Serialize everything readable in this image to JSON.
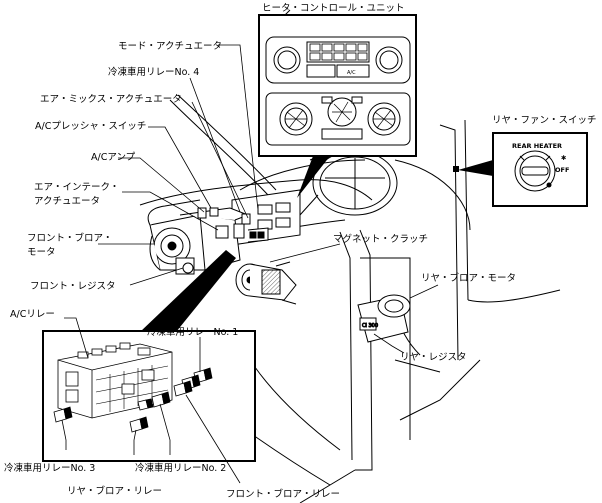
{
  "labels": {
    "heater_control_unit": "ヒータ・コントロール・ユニット",
    "mode_actuator": "モード・アクチュエータ",
    "freezer_relay_4": "冷凍車用リレーNo. 4",
    "air_mix_actuator": "エア・ミックス・アクチュエータ",
    "ac_pressure_switch": "A/Cプレッシャ・スイッチ",
    "ac_amp": "A/Cアンプ",
    "air_intake_actuator_1": "エア・インテーク・",
    "air_intake_actuator_2": "アクチュエータ",
    "front_blower_motor_1": "フロント・ブロア・",
    "front_blower_motor_2": "モータ",
    "front_resistor": "フロント・レジスタ",
    "ac_relay": "A/Cリレー",
    "freezer_relay_1": "冷凍車用リレーNo. 1",
    "freezer_relay_3": "冷凍車用リレーNo. 3",
    "freezer_relay_2": "冷凍車用リレーNo. 2",
    "rear_blower_relay": "リヤ・ブロア・リレー",
    "front_blower_relay": "フロント・ブロア・リレー",
    "magnet_clutch": "マグネット・クラッチ",
    "rear_blower_motor": "リヤ・ブロア・モータ",
    "rear_resistor": "リヤ・レジスタ",
    "rear_fan_switch": "リヤ・ファン・スイッチ"
  },
  "switch_panel": {
    "title": "REAR HEATER",
    "off": "OFF"
  },
  "control_panel": {
    "ac_button": "A/C"
  },
  "colors": {
    "ink": "#000000",
    "paper": "#ffffff",
    "shade": "#888888"
  }
}
